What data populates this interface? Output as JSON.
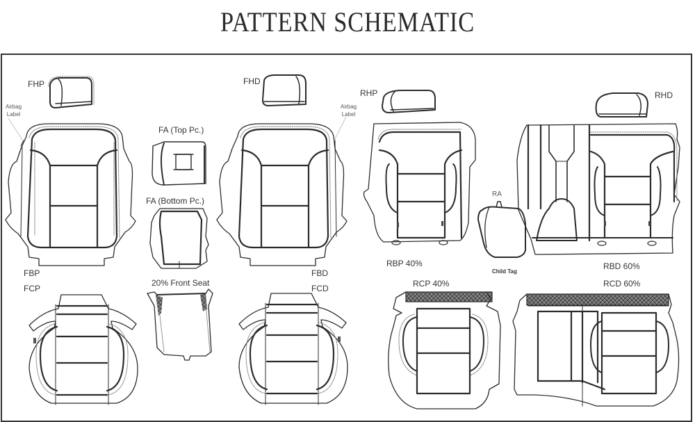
{
  "header": {
    "title": "PATTERN SCHEMATIC"
  },
  "labels": {
    "fhp": "FHP",
    "airbag_left_1": "Airbag",
    "airbag_left_2": "Label",
    "fa_top": "FA (Top Pc.)",
    "fa_bottom": "FA (Bottom Pc.)",
    "fbp": "FBP",
    "fcp": "FCP",
    "front_seat_20": "20% Front Seat",
    "fhd": "FHD",
    "fbd": "FBD",
    "fcd": "FCD",
    "rhp": "RHP",
    "airbag_right_1": "Airbag",
    "airbag_right_2": "Label",
    "rhd": "RHD",
    "ra": "RA",
    "child_tag": "Child Tag",
    "rbp": "RBP 40%",
    "rbd": "RBD 60%",
    "rcp": "RCP 40%",
    "rcd": "RCD 60%"
  },
  "colors": {
    "line": "#2b2b2b",
    "stitch": "#777777",
    "frame": "#333333",
    "mesh": "#6e6e6e"
  }
}
